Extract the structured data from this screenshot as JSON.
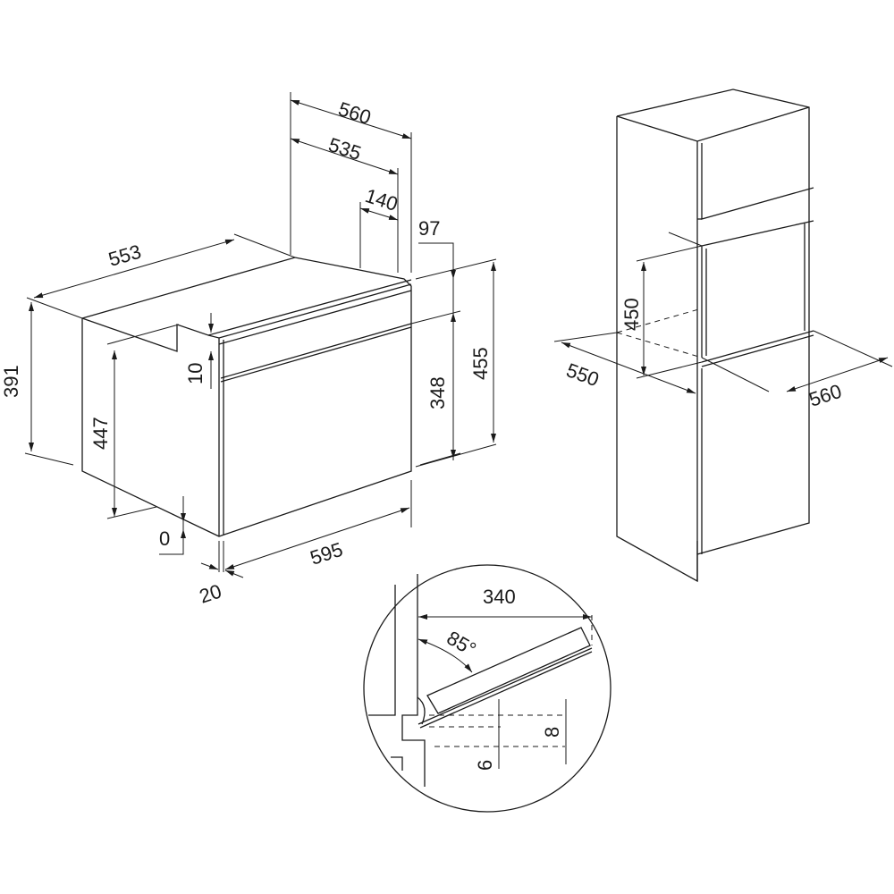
{
  "oven_dimensions": {
    "depth_total": "560",
    "depth_body": "535",
    "depth_front": "140",
    "width_body": "553",
    "panel_offset": "97",
    "height_body": "391",
    "height_left": "447",
    "top_gap": "10",
    "height_front": "348",
    "height_total": "455",
    "bottom_gap": "0",
    "width_front": "595",
    "front_thickness": "20"
  },
  "cabinet_dimensions": {
    "niche_height": "450",
    "niche_depth": "550",
    "niche_width": "560"
  },
  "door_detail": {
    "door_projection": "340",
    "opening_angle": "85°",
    "offset_a": "8",
    "offset_b": "6"
  }
}
